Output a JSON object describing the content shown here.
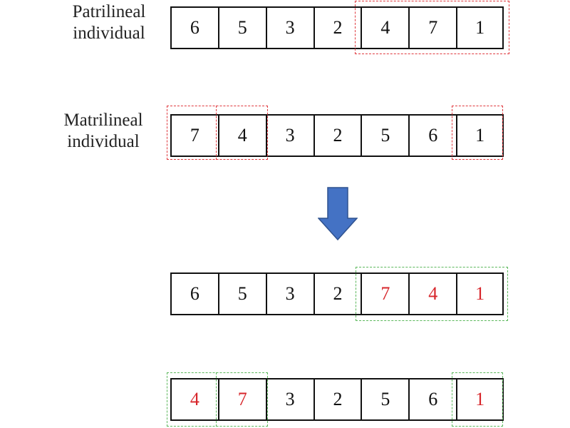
{
  "labels": {
    "patrilineal": [
      "Patrilineal",
      "individual"
    ],
    "matrilineal": [
      "Matrilineal",
      "individual"
    ]
  },
  "colors": {
    "highlight_box": "#e0393e",
    "result_box": "#5cb85c",
    "changed_text": "#d7262b",
    "arrow_fill": "#4472c4",
    "arrow_stroke": "#2f528f"
  },
  "rows": [
    {
      "id": "patrilineal",
      "cells": [
        {
          "value": "6",
          "changed": false
        },
        {
          "value": "5",
          "changed": false
        },
        {
          "value": "3",
          "changed": false
        },
        {
          "value": "2",
          "changed": false
        },
        {
          "value": "4",
          "changed": false
        },
        {
          "value": "7",
          "changed": false
        },
        {
          "value": "1",
          "changed": false
        }
      ]
    },
    {
      "id": "matrilineal",
      "cells": [
        {
          "value": "7",
          "changed": false
        },
        {
          "value": "4",
          "changed": false
        },
        {
          "value": "3",
          "changed": false
        },
        {
          "value": "2",
          "changed": false
        },
        {
          "value": "5",
          "changed": false
        },
        {
          "value": "6",
          "changed": false
        },
        {
          "value": "1",
          "changed": false
        }
      ]
    },
    {
      "id": "offspring-1",
      "cells": [
        {
          "value": "6",
          "changed": false
        },
        {
          "value": "5",
          "changed": false
        },
        {
          "value": "3",
          "changed": false
        },
        {
          "value": "2",
          "changed": false
        },
        {
          "value": "7",
          "changed": true
        },
        {
          "value": "4",
          "changed": true
        },
        {
          "value": "1",
          "changed": true
        }
      ]
    },
    {
      "id": "offspring-2",
      "cells": [
        {
          "value": "4",
          "changed": true
        },
        {
          "value": "7",
          "changed": true
        },
        {
          "value": "3",
          "changed": false
        },
        {
          "value": "2",
          "changed": false
        },
        {
          "value": "5",
          "changed": false
        },
        {
          "value": "6",
          "changed": false
        },
        {
          "value": "1",
          "changed": true
        }
      ]
    }
  ]
}
